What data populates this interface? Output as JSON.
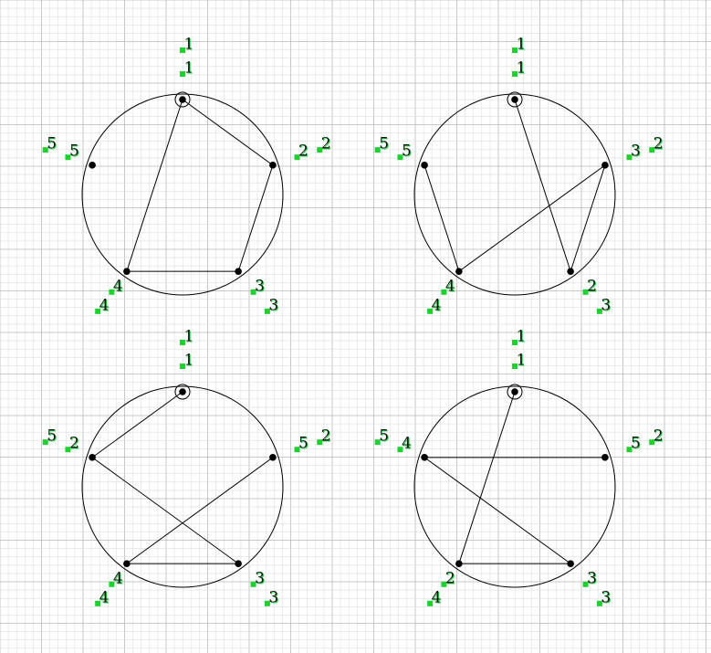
{
  "colors": {
    "background": "#ffffff",
    "grid_minor": "#dedede",
    "grid_major": "#b9b9b9",
    "stroke": "#000000",
    "marker": "#1fd12f",
    "label_shadow": "#2bd94a"
  },
  "panels": [
    {
      "outer_labels": [
        "1",
        "2",
        "3",
        "4",
        "5"
      ],
      "inner_labels": [
        "1",
        "2",
        "3",
        "4",
        "5"
      ],
      "edges": [
        [
          0,
          1
        ],
        [
          1,
          2
        ],
        [
          2,
          3
        ],
        [
          3,
          0
        ]
      ]
    },
    {
      "outer_labels": [
        "1",
        "2",
        "3",
        "4",
        "5"
      ],
      "inner_labels": [
        "1",
        "3",
        "2",
        "4",
        "5"
      ],
      "edges": [
        [
          0,
          2
        ],
        [
          2,
          1
        ],
        [
          1,
          3
        ],
        [
          3,
          4
        ]
      ]
    },
    {
      "outer_labels": [
        "1",
        "2",
        "3",
        "4",
        "5"
      ],
      "inner_labels": [
        "1",
        "5",
        "3",
        "4",
        "2"
      ],
      "edges": [
        [
          0,
          4
        ],
        [
          4,
          2
        ],
        [
          2,
          3
        ],
        [
          3,
          1
        ]
      ]
    },
    {
      "outer_labels": [
        "1",
        "2",
        "3",
        "4",
        "5"
      ],
      "inner_labels": [
        "1",
        "5",
        "3",
        "2",
        "4"
      ],
      "edges": [
        [
          0,
          3
        ],
        [
          3,
          2
        ],
        [
          2,
          4
        ],
        [
          4,
          1
        ]
      ]
    }
  ]
}
